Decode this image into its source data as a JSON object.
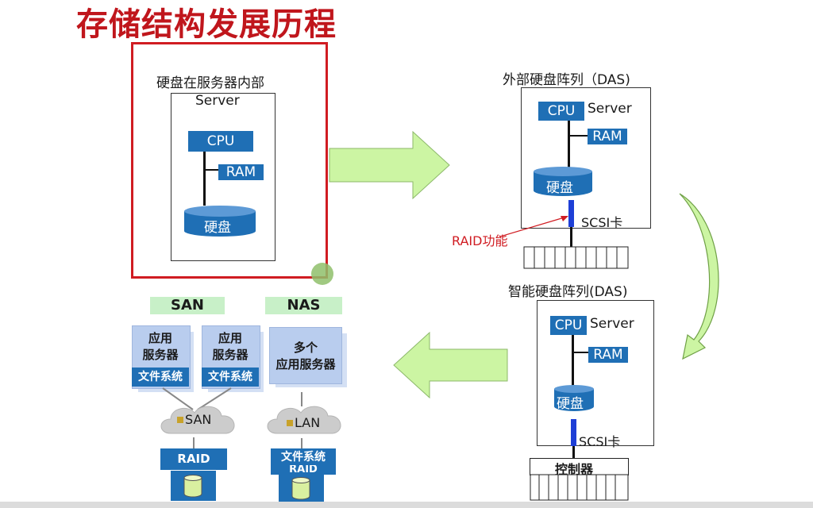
{
  "title": "存储结构发展历程",
  "stage1": {
    "caption": "硬盘在服务器内部",
    "server": "Server",
    "cpu": "CPU",
    "ram": "RAM",
    "disk": "硬盘"
  },
  "stage2": {
    "caption": "外部硬盘阵列（DAS)",
    "cpu": "CPU",
    "server": "Server",
    "ram": "RAM",
    "disk": "硬盘",
    "scsi": "SCSI卡",
    "raid": "RAID功能"
  },
  "stage3": {
    "caption": "智能硬盘阵列(DAS)",
    "cpu": "CPU",
    "server": "Server",
    "ram": "RAM",
    "disk": "硬盘",
    "scsi": "SCSI卡",
    "controller": "控制器"
  },
  "san": {
    "tag": "SAN",
    "server1": "应用\n服务器",
    "server2": "应用\n服务器",
    "fs1": "文件系统",
    "fs2": "文件系统",
    "cloud": "SAN",
    "raid": "RAID"
  },
  "nas": {
    "tag": "NAS",
    "servers": "多个\n应用服务器",
    "cloud": "LAN",
    "fs": "文件系统",
    "raid": "RAID"
  },
  "colors": {
    "title": "#c0161c",
    "accent_blue": "#1f6fb5",
    "arrow_green": "#ccf5a3",
    "tag_green": "#c8f0c8",
    "frame_red": "#d01c22"
  }
}
